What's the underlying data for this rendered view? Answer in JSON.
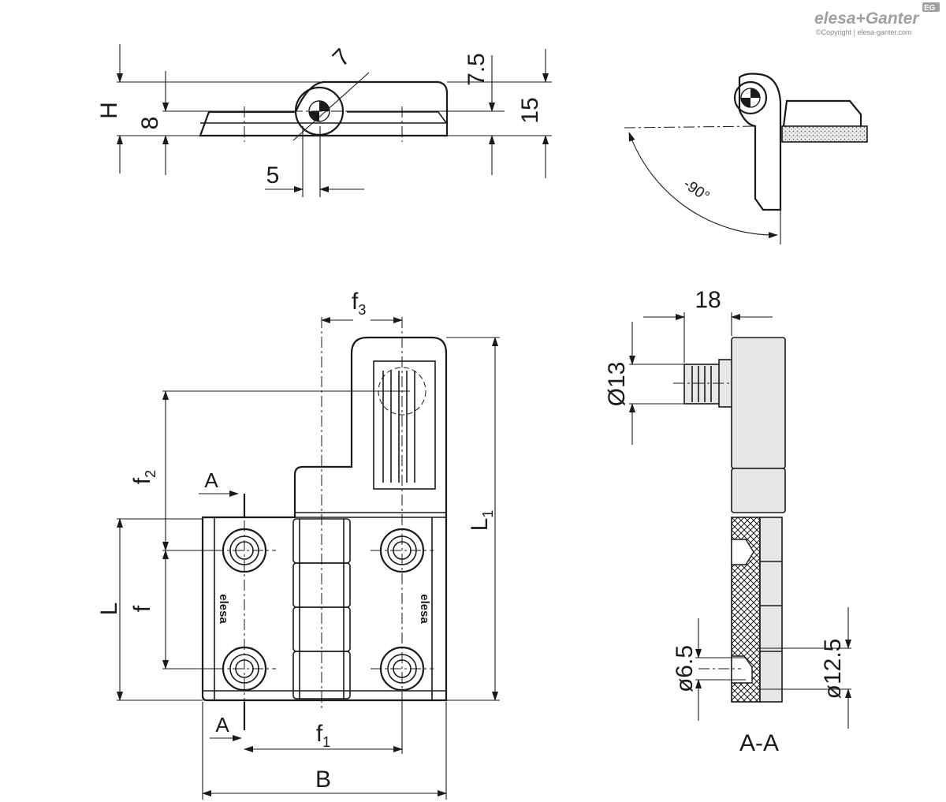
{
  "brand": {
    "name": "elesa+Ganter",
    "badge": "EG",
    "copyright": "©Copyright | elesa-ganter.com"
  },
  "top_view": {
    "dim_H": "H",
    "dim_8": "8",
    "dim_7": "7",
    "dim_7_5": "7.5",
    "dim_15": "15",
    "dim_5": "5"
  },
  "rotation_view": {
    "angle": "-90°"
  },
  "front_view": {
    "dim_f3": "f",
    "dim_f3_sub": "3",
    "dim_f2": "f",
    "dim_f2_sub": "2",
    "dim_A_top": "A",
    "dim_A_bottom": "A",
    "dim_L": "L",
    "dim_f": "f",
    "dim_L1": "L",
    "dim_L1_sub": "1",
    "dim_f1": "f",
    "dim_f1_sub": "1",
    "dim_B": "B",
    "logo_text": "elesa"
  },
  "section_view": {
    "dim_18": "18",
    "dim_d13": "Ø13",
    "dim_d6_5": "ø6.5",
    "dim_d12_5": "ø12.5",
    "label": "A-A"
  }
}
